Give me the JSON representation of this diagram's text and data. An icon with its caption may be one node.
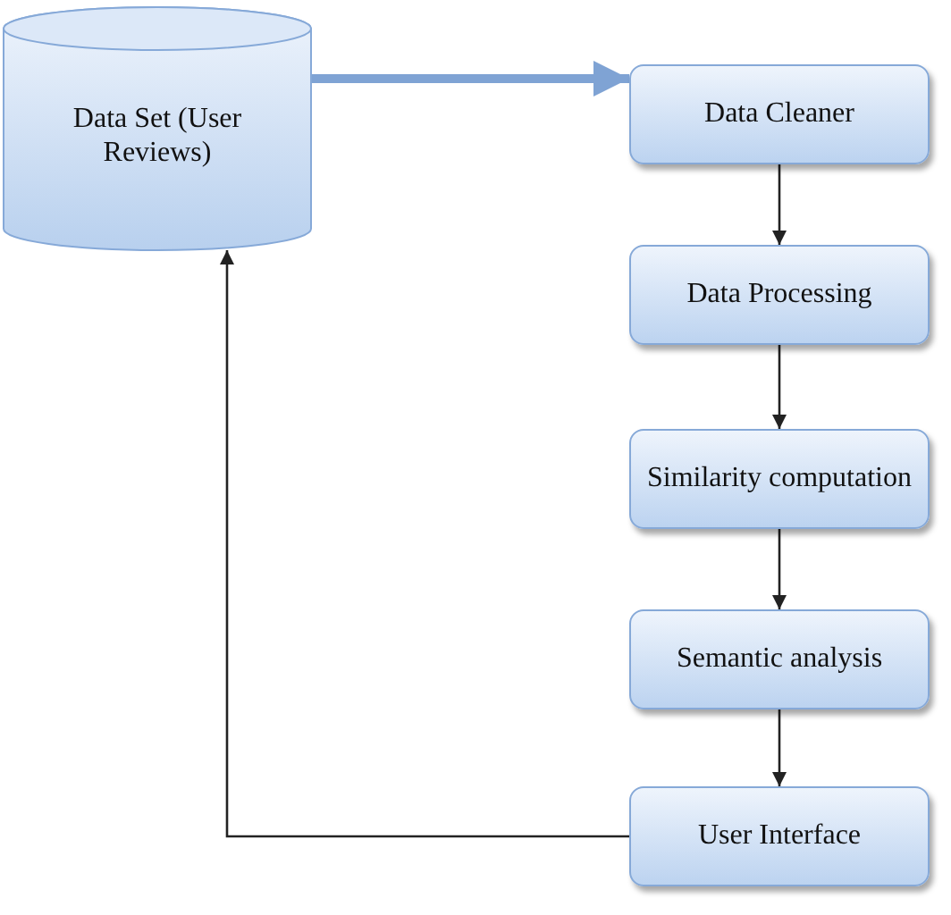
{
  "diagram": {
    "nodes": [
      {
        "text": [
          "Data Set (User Reviews)"
        ]
      },
      {
        "text": [
          "Data Cleaner"
        ]
      },
      {
        "text": [
          "Data Processing"
        ]
      },
      {
        "text": [
          "Similarity computation"
        ]
      },
      {
        "text": [
          "Semantic analysis"
        ]
      },
      {
        "text": [
          "User Interface"
        ]
      }
    ],
    "edges": [
      {
        "from": 0,
        "to": 1,
        "arrow": "to",
        "style": "thick",
        "color": "#7fa3d4"
      },
      {
        "from": 1,
        "to": 2,
        "arrow": "to"
      },
      {
        "from": 2,
        "to": 3,
        "arrow": "to"
      },
      {
        "from": 3,
        "to": 4,
        "arrow": "to"
      },
      {
        "from": 4,
        "to": 5,
        "arrow": "to"
      },
      {
        "from": 5,
        "to": 0,
        "arrow": "to"
      }
    ]
  }
}
